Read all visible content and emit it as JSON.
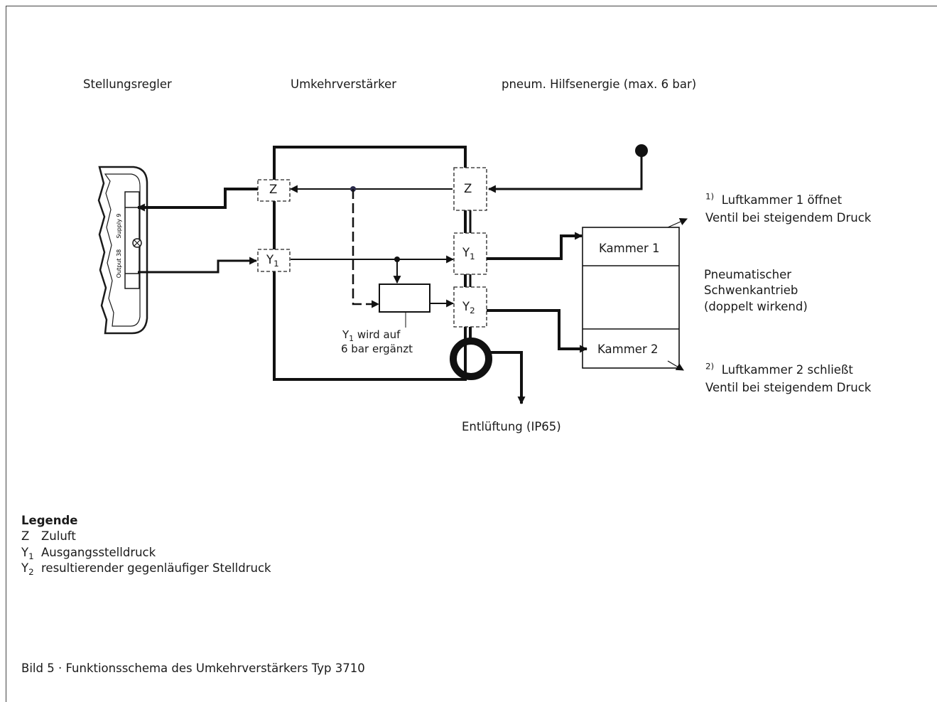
{
  "headers": {
    "positioner": "Stellungsregler",
    "amplifier": "Umkehrverstärker",
    "supply": "pneum. Hilfsenergie (max. 6 bar)"
  },
  "positioner_ports": {
    "supply": "Supply 9",
    "output": "Output 38"
  },
  "symbols": {
    "z": "Z",
    "y": "Y",
    "sub1": "1",
    "sub2": "2"
  },
  "note": {
    "line1_suffix": " wird auf",
    "line2": "6 bar ergänzt"
  },
  "actuator": {
    "chamber1": "Kammer 1",
    "chamber2": "Kammer 2",
    "name_line1": "Pneumatischer",
    "name_line2": "Schwenkantrieb",
    "name_line3": "(doppelt wirkend)"
  },
  "footnotes": {
    "f1_marker": "1)",
    "f1_line1": "Luftkammer 1 öffnet",
    "f1_line2": "Ventil bei steigendem Druck",
    "f2_marker": "2)",
    "f2_line1": "Luftkammer 2 schließt",
    "f2_line2": "Ventil bei steigendem Druck"
  },
  "exhaust": "Entlüftung (IP65)",
  "legend": {
    "title": "Legende",
    "items": [
      {
        "key": "Z",
        "sub": "",
        "text": "Zuluft"
      },
      {
        "key": "Y",
        "sub": "1",
        "text": "Ausgangsstelldruck"
      },
      {
        "key": "Y",
        "sub": "2",
        "text": "resultierender gegenläufiger Stelldruck"
      }
    ]
  },
  "caption": "Bild 5 · Funktionsschema des Umkehrverstärkers Typ 3710"
}
